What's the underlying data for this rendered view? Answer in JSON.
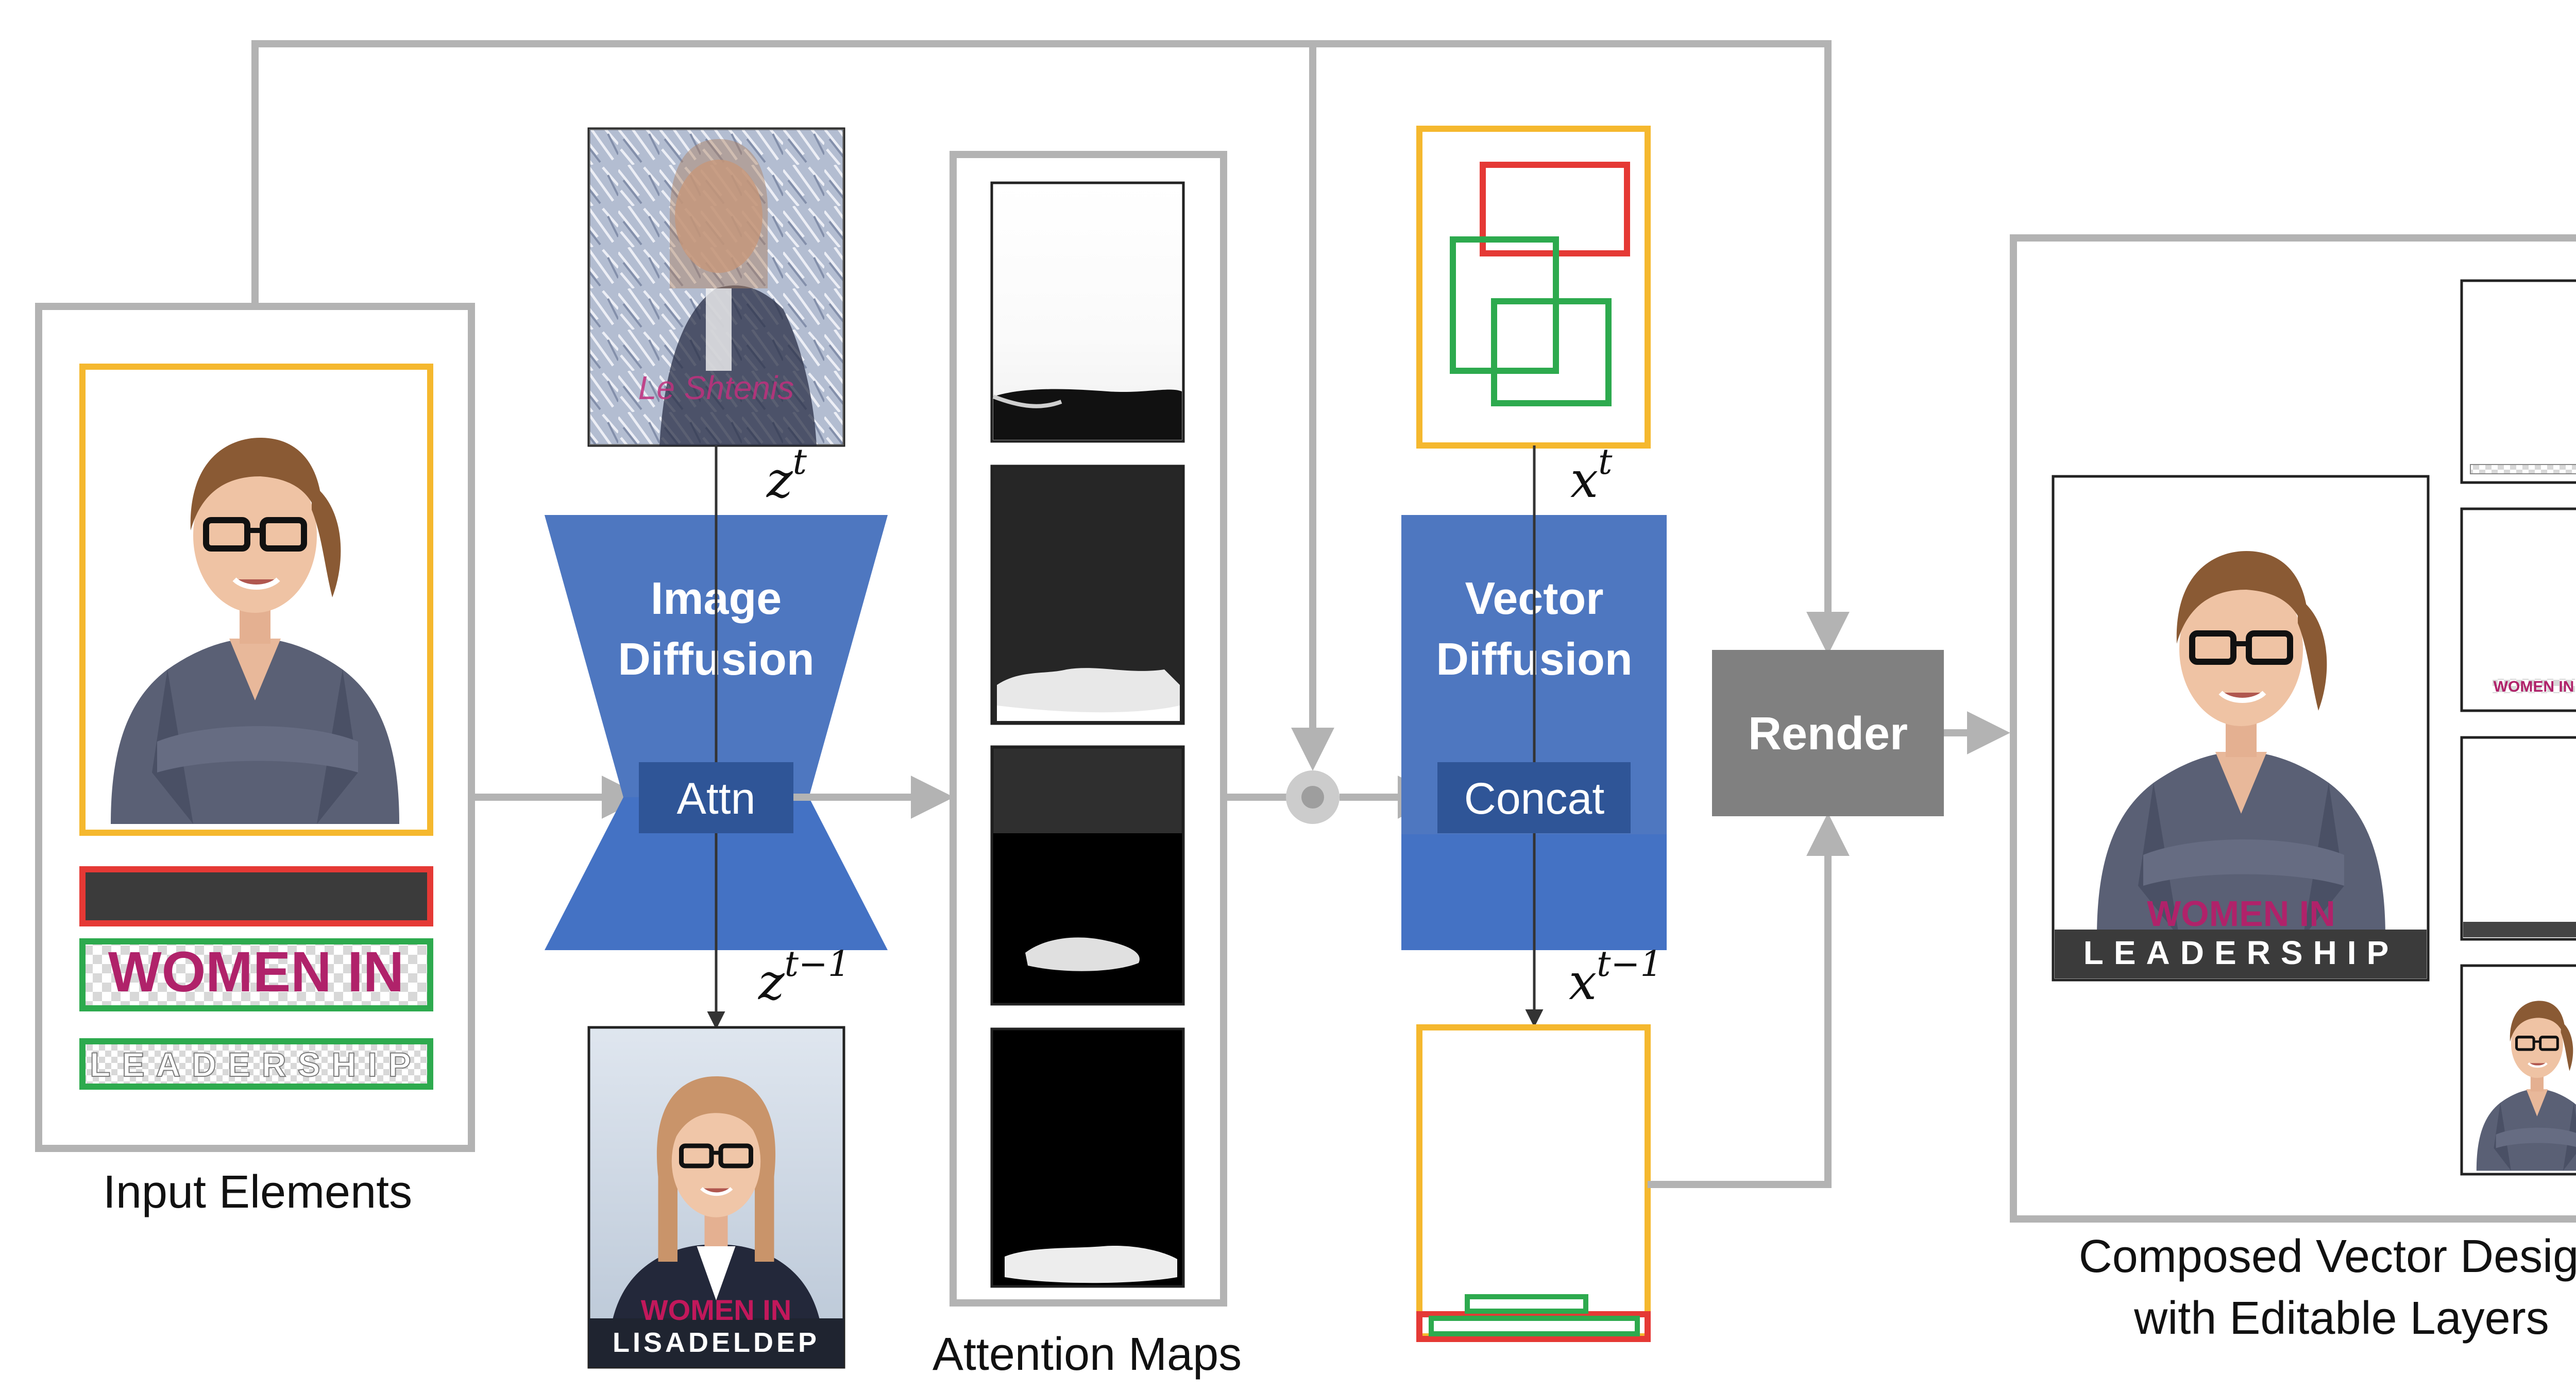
{
  "input_elements": {
    "caption": "Input Elements",
    "text_line_1": "WOMEN IN",
    "text_line_2": "LEADERSHIP"
  },
  "image_diffusion": {
    "label_line_1": "Image",
    "label_line_2": "Diffusion",
    "attn_label": "Attn",
    "z_t": "z",
    "z_t_sup": "t",
    "z_t1": "z",
    "z_t1_sup": "t−1",
    "output_text_line_1": "WOMEN IN",
    "output_text_line_2": "LISADELDEP",
    "noisy_text": "Le Shtenis"
  },
  "attention_maps": {
    "caption": "Attention Maps",
    "count": 4
  },
  "vector_diffusion": {
    "label_line_1": "Vector",
    "label_line_2": "Diffusion",
    "concat_label": "Concat",
    "x_t": "x",
    "x_t_sup": "t",
    "x_t1": "x",
    "x_t1_sup": "t−1"
  },
  "render": {
    "label": "Render"
  },
  "output": {
    "caption_line_1": "Composed Vector Design",
    "caption_line_2": "with Editable Layers",
    "poster_line_1": "WOMEN IN",
    "poster_line_2": "LEADERSHIP",
    "layer_text_thumb": "WOMEN IN"
  },
  "colors": {
    "yellow": "#F5B82E",
    "red": "#E53935",
    "green": "#2DAA4E",
    "blue": "#4472C4",
    "blue_dark": "#2F5597",
    "gray": "#B3B3B3",
    "render_gray": "#808080",
    "magenta": "#C2185B"
  }
}
